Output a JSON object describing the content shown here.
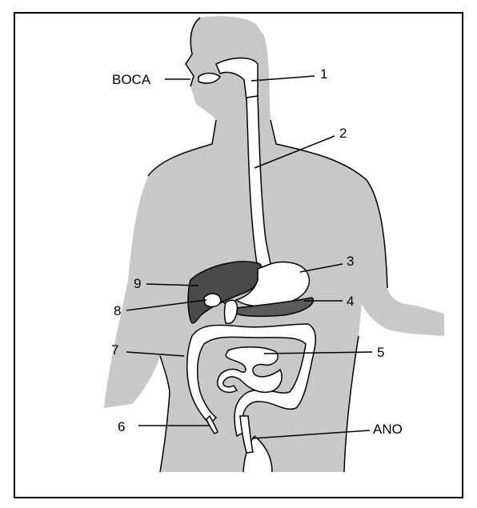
{
  "labels": {
    "mouth": "BOCA",
    "anus": "ANO",
    "n1": "1",
    "n2": "2",
    "n3": "3",
    "n4": "4",
    "n5": "5",
    "n6": "6",
    "n7": "7",
    "n8": "8",
    "n9": "9"
  },
  "colors": {
    "body": "#c8c8c8",
    "organ": "#ffffff",
    "liver": "#4a4a4a",
    "pancreas": "#5a5a5a",
    "line": "#000000"
  }
}
